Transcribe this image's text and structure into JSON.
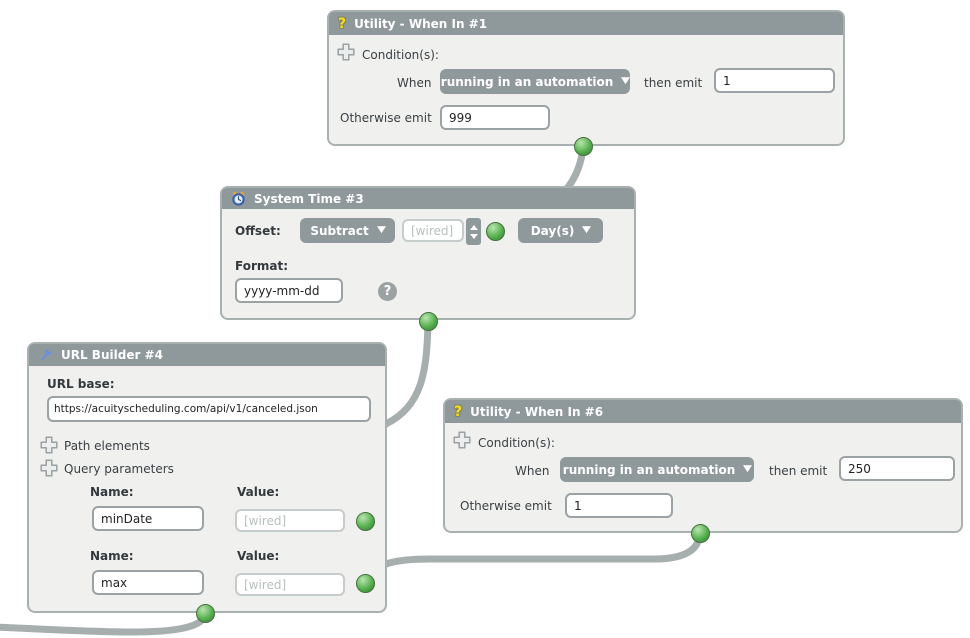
{
  "colors": {
    "header_gray": "#8f989b",
    "node_body": "#f0f0ee",
    "node_border": "#a9b0b0",
    "wire_gray": "#a7aeae",
    "port_green": "#57b14f",
    "utility_icon_yellow": "#f7df1e",
    "wired_text_gray": "#b9bfbf"
  },
  "icons": {
    "utility": {
      "name": "question-icon",
      "glyph": "?"
    },
    "system_time": {
      "name": "alarm-clock-icon"
    },
    "url_builder": {
      "name": "wrench-icon"
    },
    "add": {
      "name": "plus-icon"
    },
    "help": {
      "name": "help-icon",
      "glyph": "?"
    },
    "dropdown": {
      "name": "chevron-down-icon",
      "glyph": "▼"
    }
  },
  "nodes": {
    "utility1": {
      "title": "Utility - When In #1",
      "conditions_label": "Condition(s):",
      "when_label": "When",
      "when_value": "running in an automation",
      "then_label": "then emit",
      "then_value": "1",
      "otherwise_label": "Otherwise emit",
      "otherwise_value": "999"
    },
    "system_time3": {
      "title": "System Time #3",
      "offset_label": "Offset:",
      "offset_operation": "Subtract",
      "offset_value": "[wired]",
      "offset_unit": "Day(s)",
      "format_label": "Format:",
      "format_value": "yyyy-mm-dd"
    },
    "url_builder4": {
      "title": "URL Builder #4",
      "url_base_label": "URL base:",
      "url_base_value": "https://acuityscheduling.com/api/v1/canceled.json",
      "path_elements_label": "Path elements",
      "query_parameters_label": "Query parameters",
      "query_params": [
        {
          "name_label": "Name:",
          "name_value": "minDate",
          "value_label": "Value:",
          "value_text": "[wired]"
        },
        {
          "name_label": "Name:",
          "name_value": "max",
          "value_label": "Value:",
          "value_text": "[wired]"
        }
      ]
    },
    "utility6": {
      "title": "Utility - When In #6",
      "conditions_label": "Condition(s):",
      "when_label": "When",
      "when_value": "running in an automation",
      "then_label": "then emit",
      "then_value": "250",
      "otherwise_label": "Otherwise emit",
      "otherwise_value": "1"
    }
  }
}
